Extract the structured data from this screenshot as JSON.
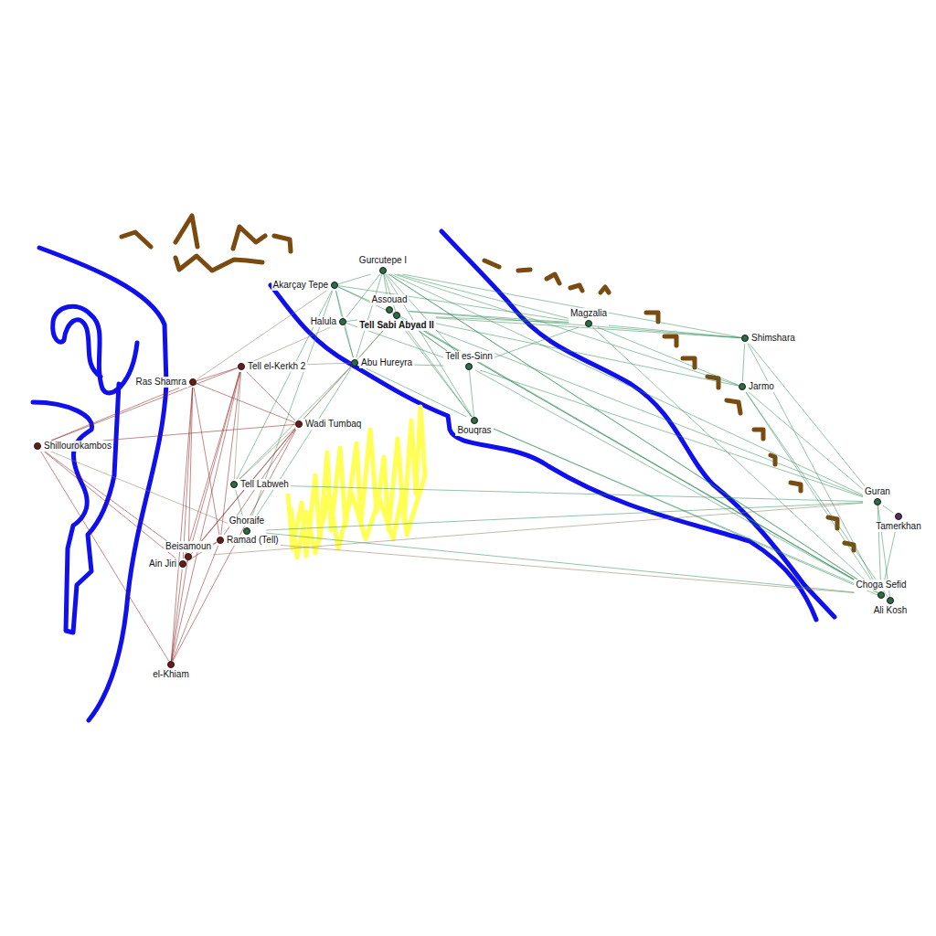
{
  "diagram": {
    "nodes": [
      {
        "text": [
          "Gurcutepe I"
        ]
      },
      {
        "text": [
          "Akarçay Tepe"
        ]
      },
      {
        "text": [
          "Assouad"
        ]
      },
      {
        "text": [
          "Tell Sabi Abyad II"
        ]
      },
      {
        "text": [
          "Halula"
        ]
      },
      {
        "text": [
          "Magzalia"
        ]
      },
      {
        "text": [
          "Shimshara"
        ]
      },
      {
        "text": [
          "Jarmo"
        ]
      },
      {
        "text": [
          "Tell el-Kerkh 2"
        ]
      },
      {
        "text": [
          "Ras Shamra"
        ]
      },
      {
        "text": [
          "Abu Hureyra"
        ]
      },
      {
        "text": [
          "Tell es-Sinn"
        ]
      },
      {
        "text": [
          "Bouqras"
        ]
      },
      {
        "text": [
          "Wadi Tumbaq"
        ]
      },
      {
        "text": [
          "Shillourokambos"
        ]
      },
      {
        "text": [
          "Tell Labweh"
        ]
      },
      {
        "text": [
          "Guran"
        ]
      },
      {
        "text": [
          "Tamerkhan"
        ]
      },
      {
        "text": [
          "Ghoraife"
        ]
      },
      {
        "text": [
          "Ramad (Tell)"
        ]
      },
      {
        "text": [
          "Beisamoun"
        ]
      },
      {
        "text": [
          "Ain Jiri"
        ]
      },
      {
        "text": [
          "el-Khiam"
        ]
      },
      {
        "text": [
          "Choga Sefid"
        ]
      },
      {
        "text": [
          "Ali Kosh"
        ]
      }
    ],
    "edges": [
      {
        "from": 0,
        "to": 1,
        "arrow": "none"
      },
      {
        "from": 0,
        "to": 2,
        "arrow": "none"
      },
      {
        "from": 0,
        "to": 3,
        "arrow": "none"
      },
      {
        "from": 0,
        "to": 4,
        "arrow": "none"
      },
      {
        "from": 0,
        "to": 5,
        "arrow": "none"
      },
      {
        "from": 0,
        "to": 6,
        "arrow": "none"
      },
      {
        "from": 0,
        "to": 7,
        "arrow": "none"
      },
      {
        "from": 0,
        "to": 10,
        "arrow": "none"
      },
      {
        "from": 0,
        "to": 11,
        "arrow": "none"
      },
      {
        "from": 0,
        "to": 12,
        "arrow": "none"
      },
      {
        "from": 0,
        "to": 16,
        "arrow": "none"
      },
      {
        "from": 0,
        "to": 23,
        "arrow": "none"
      },
      {
        "from": 0,
        "to": 24,
        "arrow": "none"
      },
      {
        "from": 1,
        "to": 2,
        "arrow": "none"
      },
      {
        "from": 1,
        "to": 3,
        "arrow": "none"
      },
      {
        "from": 1,
        "to": 4,
        "arrow": "none"
      },
      {
        "from": 1,
        "to": 5,
        "arrow": "none"
      },
      {
        "from": 1,
        "to": 10,
        "arrow": "none"
      },
      {
        "from": 1,
        "to": 15,
        "arrow": "none"
      },
      {
        "from": 1,
        "to": 18,
        "arrow": "none"
      },
      {
        "from": 2,
        "to": 3,
        "arrow": "none"
      },
      {
        "from": 2,
        "to": 5,
        "arrow": "none"
      },
      {
        "from": 2,
        "to": 6,
        "arrow": "none"
      },
      {
        "from": 2,
        "to": 11,
        "arrow": "none"
      },
      {
        "from": 2,
        "to": 12,
        "arrow": "none"
      },
      {
        "from": 2,
        "to": 23,
        "arrow": "none"
      },
      {
        "from": 3,
        "to": 4,
        "arrow": "none"
      },
      {
        "from": 3,
        "to": 5,
        "arrow": "none"
      },
      {
        "from": 3,
        "to": 6,
        "arrow": "none"
      },
      {
        "from": 3,
        "to": 7,
        "arrow": "none"
      },
      {
        "from": 3,
        "to": 10,
        "arrow": "none"
      },
      {
        "from": 3,
        "to": 11,
        "arrow": "none"
      },
      {
        "from": 3,
        "to": 12,
        "arrow": "none"
      },
      {
        "from": 3,
        "to": 16,
        "arrow": "none"
      },
      {
        "from": 3,
        "to": 23,
        "arrow": "none"
      },
      {
        "from": 3,
        "to": 24,
        "arrow": "none"
      },
      {
        "from": 4,
        "to": 10,
        "arrow": "none"
      },
      {
        "from": 4,
        "to": 11,
        "arrow": "none"
      },
      {
        "from": 5,
        "to": 6,
        "arrow": "none"
      },
      {
        "from": 5,
        "to": 7,
        "arrow": "none"
      },
      {
        "from": 5,
        "to": 11,
        "arrow": "none"
      },
      {
        "from": 5,
        "to": 23,
        "arrow": "none"
      },
      {
        "from": 6,
        "to": 7,
        "arrow": "none"
      },
      {
        "from": 6,
        "to": 16,
        "arrow": "none"
      },
      {
        "from": 6,
        "to": 23,
        "arrow": "none"
      },
      {
        "from": 7,
        "to": 16,
        "arrow": "none"
      },
      {
        "from": 7,
        "to": 23,
        "arrow": "none"
      },
      {
        "from": 7,
        "to": 24,
        "arrow": "none"
      },
      {
        "from": 10,
        "to": 11,
        "arrow": "none"
      },
      {
        "from": 10,
        "to": 12,
        "arrow": "none"
      },
      {
        "from": 10,
        "to": 15,
        "arrow": "none"
      },
      {
        "from": 10,
        "to": 18,
        "arrow": "none"
      },
      {
        "from": 11,
        "to": 12,
        "arrow": "none"
      },
      {
        "from": 11,
        "to": 23,
        "arrow": "none"
      },
      {
        "from": 11,
        "to": 16,
        "arrow": "none"
      },
      {
        "from": 12,
        "to": 23,
        "arrow": "none"
      },
      {
        "from": 12,
        "to": 24,
        "arrow": "none"
      },
      {
        "from": 15,
        "to": 18,
        "arrow": "none"
      },
      {
        "from": 15,
        "to": 16,
        "arrow": "none"
      },
      {
        "from": 16,
        "to": 17,
        "arrow": "none"
      },
      {
        "from": 16,
        "to": 23,
        "arrow": "none"
      },
      {
        "from": 16,
        "to": 24,
        "arrow": "none"
      },
      {
        "from": 17,
        "to": 23,
        "arrow": "none"
      },
      {
        "from": 18,
        "to": 23,
        "arrow": "none"
      },
      {
        "from": 18,
        "to": 16,
        "arrow": "none"
      },
      {
        "from": 8,
        "to": 9,
        "arrow": "none"
      },
      {
        "from": 8,
        "to": 13,
        "arrow": "none"
      },
      {
        "from": 8,
        "to": 19,
        "arrow": "none"
      },
      {
        "from": 8,
        "to": 20,
        "arrow": "none"
      },
      {
        "from": 8,
        "to": 21,
        "arrow": "none"
      },
      {
        "from": 8,
        "to": 22,
        "arrow": "none"
      },
      {
        "from": 8,
        "to": 14,
        "arrow": "none"
      },
      {
        "from": 9,
        "to": 13,
        "arrow": "none"
      },
      {
        "from": 9,
        "to": 14,
        "arrow": "none"
      },
      {
        "from": 9,
        "to": 19,
        "arrow": "none"
      },
      {
        "from": 9,
        "to": 20,
        "arrow": "none"
      },
      {
        "from": 9,
        "to": 21,
        "arrow": "none"
      },
      {
        "from": 9,
        "to": 22,
        "arrow": "none"
      },
      {
        "from": 13,
        "to": 14,
        "arrow": "none"
      },
      {
        "from": 13,
        "to": 19,
        "arrow": "none"
      },
      {
        "from": 13,
        "to": 20,
        "arrow": "none"
      },
      {
        "from": 13,
        "to": 21,
        "arrow": "none"
      },
      {
        "from": 13,
        "to": 22,
        "arrow": "none"
      },
      {
        "from": 14,
        "to": 20,
        "arrow": "none"
      },
      {
        "from": 14,
        "to": 21,
        "arrow": "none"
      },
      {
        "from": 14,
        "to": 22,
        "arrow": "none"
      },
      {
        "from": 19,
        "to": 20,
        "arrow": "none"
      },
      {
        "from": 19,
        "to": 21,
        "arrow": "none"
      },
      {
        "from": 19,
        "to": 22,
        "arrow": "none"
      },
      {
        "from": 20,
        "to": 21,
        "arrow": "none"
      },
      {
        "from": 20,
        "to": 22,
        "arrow": "none"
      },
      {
        "from": 21,
        "to": 22,
        "arrow": "none"
      },
      {
        "from": 8,
        "to": 15,
        "arrow": "none"
      },
      {
        "from": 13,
        "to": 15,
        "arrow": "none"
      },
      {
        "from": 14,
        "to": 18,
        "arrow": "none"
      },
      {
        "from": 8,
        "to": 10,
        "arrow": "none"
      },
      {
        "from": 8,
        "to": 4,
        "arrow": "none"
      },
      {
        "from": 9,
        "to": 1,
        "arrow": "none"
      },
      {
        "from": 13,
        "to": 10,
        "arrow": "none"
      },
      {
        "from": 13,
        "to": 3,
        "arrow": "none"
      },
      {
        "from": 19,
        "to": 23,
        "arrow": "none"
      },
      {
        "from": 20,
        "to": 16,
        "arrow": "none"
      }
    ]
  }
}
